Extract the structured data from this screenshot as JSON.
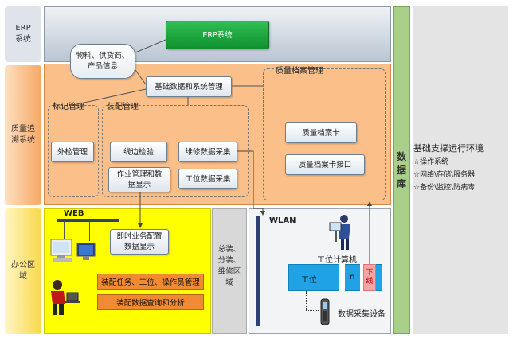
{
  "lanes": {
    "erp": "ERP\n系统",
    "quality": "质量追\n溯系统",
    "office": "办公区\n域"
  },
  "erp_system": "ERP系统",
  "material_info": "物料、供货商、\n产品信息",
  "basic_data": "基础数据和系统管理",
  "quality_archive": {
    "title": "质量档案管理",
    "card": "质量档案卡",
    "card_interface": "质量档案卡接口"
  },
  "mark_management": {
    "title": "标记管理",
    "external_inspection": "外检管理"
  },
  "assembly_management": {
    "title": "装配管理",
    "line_inspection": "线边检验",
    "work_management": "作业管理和数\n据显示",
    "repair_data": "维修数据采集",
    "station_data": "工位数据采集"
  },
  "office": {
    "web": "WEB",
    "realtime_config": "即时业务配置\n数据显示",
    "task_config": "装配任务、工位、操作员管理",
    "query_analysis": "装配数据查询和分析"
  },
  "assembly_area": "总装、\n分装、\n维修区\n域",
  "wlan": {
    "label": "WLAN",
    "workstation_computer": "工位计算机",
    "station": "工位",
    "n": "n",
    "offline": "下\n线",
    "collection_device": "数据采集设备"
  },
  "database": "数\n据\n库",
  "support": {
    "title": "基础支撑运行环境",
    "items": [
      "☆操作系统",
      "☆网络\\存储\\服务器",
      "☆备份\\监控\\防病毒"
    ]
  },
  "colors": {
    "erp_band": "#c9d3de",
    "quality_band": "#fbc08a",
    "office_band": "#ffff00",
    "erp_green": "#17a33a",
    "station_blue": "#1fa3e6",
    "database_green": "#a9cf8a",
    "support_gray": "#e4e4e4"
  }
}
